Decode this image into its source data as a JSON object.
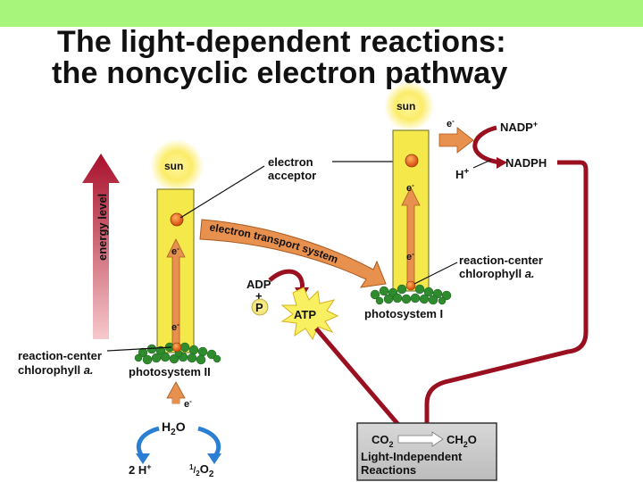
{
  "title": {
    "line1": "The light-dependent reactions:",
    "line2": "the noncyclic electron pathway"
  },
  "labels": {
    "sun_left": "sun",
    "sun_right": "sun",
    "energy_level": "energy level",
    "electron_acceptor_1": "electron",
    "electron_acceptor_2": "acceptor",
    "electron_transport": "electron transport system",
    "rc_left_1": "reaction-center",
    "rc_left_2": "chlorophyll",
    "rc_left_a": "a.",
    "rc_right_1": "reaction-center",
    "rc_right_2": "chlorophyll",
    "rc_right_a": "a.",
    "ps2": "photosystem II",
    "ps1": "photosystem I",
    "electron": "e",
    "electron_sup": "-",
    "adp": "ADP",
    "plus": "+",
    "p": "P",
    "atp": "ATP",
    "nadp": "NADP",
    "nadp_sup": "+",
    "nadph": "NADPH",
    "h": "H",
    "h_sup": "+",
    "h2o_h": "H",
    "h2o_2": "2",
    "h2o_o": "O",
    "two_h": "2 H",
    "two_h_sup": "+",
    "half": "1",
    "half_den": "2",
    "o2_o": "O",
    "o2_2": "2",
    "co2_co": "CO",
    "co2_2": "2",
    "ch2o_ch": "CH",
    "ch2o_2": "2",
    "ch2o_o": "O",
    "lir_1": "Light-Independent",
    "lir_2": "Reactions"
  },
  "colors": {
    "topbar": "#a8f57c",
    "column": "#f5e84a",
    "orange_arrow": "#e8904e",
    "red_arrow": "#9a1020",
    "chlorophyll": "#2e8b2e",
    "water_arrows": "#2a7fd4",
    "lir_box": "#c8c8c8"
  }
}
